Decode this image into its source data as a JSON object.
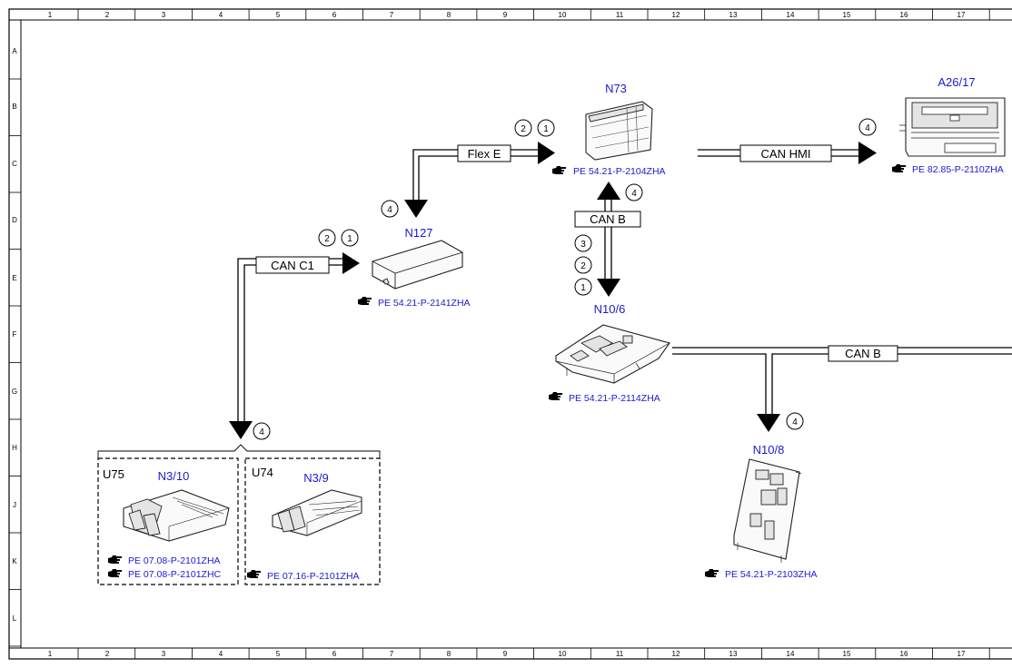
{
  "frame": {
    "columns": [
      "1",
      "2",
      "3",
      "4",
      "5",
      "6",
      "7",
      "8",
      "9",
      "10",
      "11",
      "12",
      "13",
      "14",
      "15",
      "16",
      "17"
    ],
    "rows": [
      "A",
      "B",
      "C",
      "D",
      "E",
      "F",
      "G",
      "H",
      "J",
      "K",
      "L"
    ]
  },
  "buses": {
    "flex_e": "Flex E",
    "can_hmi": "CAN HMI",
    "can_b_top": "CAN B",
    "can_c1": "CAN C1",
    "can_b_right": "CAN B"
  },
  "components": {
    "n73": {
      "code": "N73",
      "ref": "PE 54.21-P-2104ZHA"
    },
    "a26_17": {
      "code": "A26/17",
      "ref": "PE 82.85-P-2110ZHA"
    },
    "n127": {
      "code": "N127",
      "ref": "PE 54.21-P-2141ZHA"
    },
    "n10_6": {
      "code": "N10/6",
      "ref": "PE 54.21-P-2114ZHA"
    },
    "n10_8": {
      "code": "N10/8",
      "ref": "PE 54.21-P-2103ZHA"
    },
    "n3_10": {
      "variant": "U75",
      "code": "N3/10",
      "ref1": "PE 07.08-P-2101ZHA",
      "ref2": "PE 07.08-P-2101ZHC"
    },
    "n3_9": {
      "variant": "U74",
      "code": "N3/9",
      "ref": "PE 07.16-P-2101ZHA"
    }
  },
  "markers": {
    "flex_e_a": "2",
    "flex_e_b": "1",
    "flex_e_down": "4",
    "can_hmi": "4",
    "can_b_up": "4",
    "can_b_down_a": "3",
    "can_b_down_b": "2",
    "can_b_down_c": "1",
    "can_c1_a": "2",
    "can_c1_b": "1",
    "engine": "4",
    "n10_8": "4"
  },
  "colors": {
    "line": "#000000",
    "link": "#1a1ad0"
  }
}
